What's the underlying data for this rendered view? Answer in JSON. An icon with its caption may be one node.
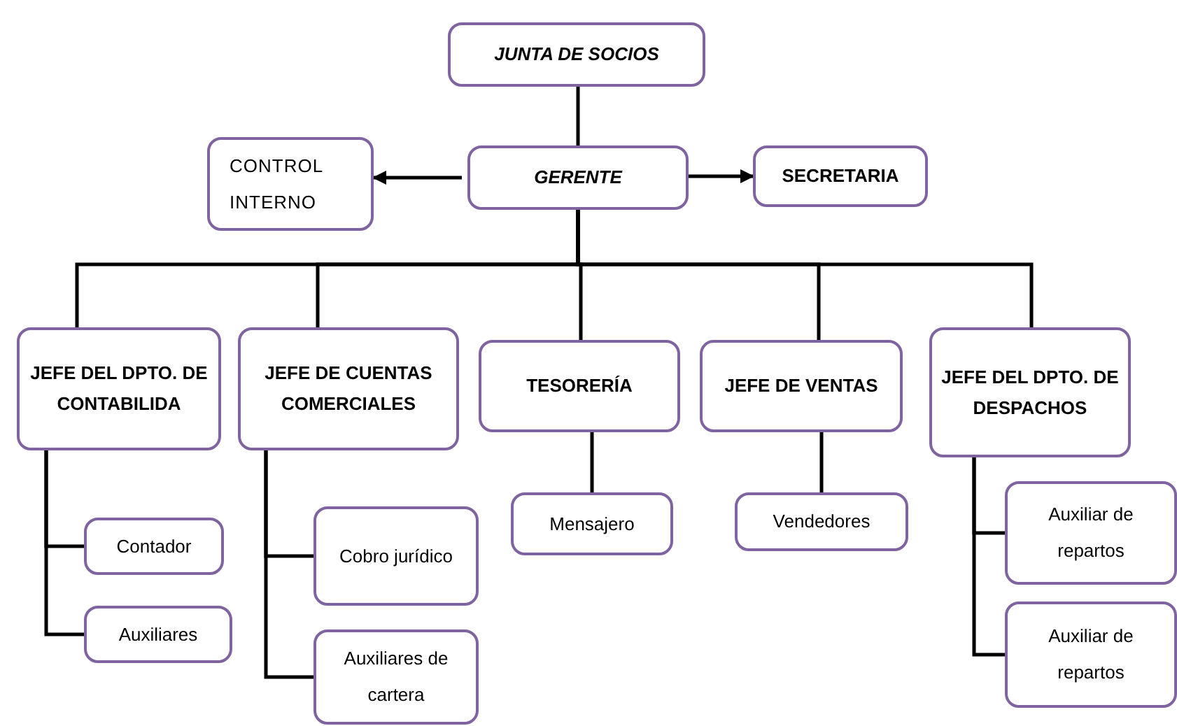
{
  "diagram": {
    "nodes": [
      {
        "text": [
          "JUNTA DE SOCIOS"
        ]
      },
      {
        "text": [
          "CONTROL INTERNO"
        ]
      },
      {
        "text": [
          "GERENTE"
        ]
      },
      {
        "text": [
          "SECRETARIA"
        ]
      },
      {
        "text": [
          "JEFE DEL DPTO. DE CONTABILIDA"
        ]
      },
      {
        "text": [
          "JEFE DE CUENTAS COMERCIALES"
        ]
      },
      {
        "text": [
          "TESORERÍA"
        ]
      },
      {
        "text": [
          "JEFE DE VENTAS"
        ]
      },
      {
        "text": [
          "JEFE DEL DPTO. DE DESPACHOS"
        ]
      },
      {
        "text": [
          "Contador"
        ]
      },
      {
        "text": [
          "Auxiliares"
        ]
      },
      {
        "text": [
          "Cobro jurídico"
        ]
      },
      {
        "text": [
          "Auxiliares de cartera"
        ]
      },
      {
        "text": [
          "Mensajero"
        ]
      },
      {
        "text": [
          "Vendedores"
        ]
      },
      {
        "text": [
          "Auxiliar de repartos"
        ]
      },
      {
        "text": [
          "Auxiliar de repartos"
        ]
      }
    ],
    "edges": [
      {
        "from": 0,
        "to": 2,
        "arrow": "none"
      },
      {
        "from": 2,
        "to": 1,
        "arrow": "to"
      },
      {
        "from": 2,
        "to": 3,
        "arrow": "to"
      },
      {
        "from": 2,
        "to": 4,
        "arrow": "none"
      },
      {
        "from": 2,
        "to": 5,
        "arrow": "none"
      },
      {
        "from": 2,
        "to": 6,
        "arrow": "none"
      },
      {
        "from": 2,
        "to": 7,
        "arrow": "none"
      },
      {
        "from": 2,
        "to": 8,
        "arrow": "none"
      },
      {
        "from": 4,
        "to": 9,
        "arrow": "none"
      },
      {
        "from": 4,
        "to": 10,
        "arrow": "none"
      },
      {
        "from": 5,
        "to": 11,
        "arrow": "none"
      },
      {
        "from": 5,
        "to": 12,
        "arrow": "none"
      },
      {
        "from": 6,
        "to": 13,
        "arrow": "none"
      },
      {
        "from": 7,
        "to": 14,
        "arrow": "none"
      },
      {
        "from": 8,
        "to": 15,
        "arrow": "none"
      },
      {
        "from": 8,
        "to": 16,
        "arrow": "none"
      }
    ]
  }
}
